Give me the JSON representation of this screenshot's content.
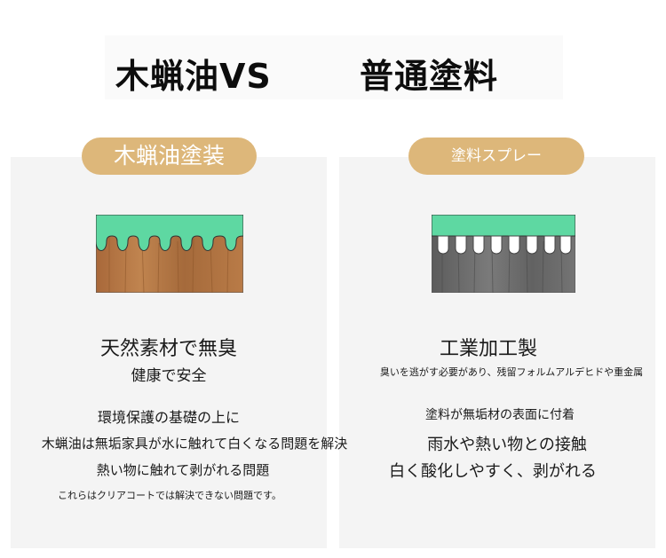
{
  "header": {
    "left_title": "木蝋油VS",
    "right_title": "普通塗料"
  },
  "left": {
    "badge": "木蝋油塗装",
    "heading": "天然素材で無臭",
    "subheading": "健康で安全",
    "line1": "環境保護の基礎の上に",
    "line2": "木蝋油は無垢家具が水に触れて白くなる問題を解決",
    "line3": "熱い物に触れて剥がれる問題",
    "line4": "これらはクリアコートでは解決できない問題です。"
  },
  "right": {
    "badge": "塗料スプレー",
    "heading": "工業加工製",
    "subheading": "臭いを逃がす必要があり、残留フォルムアルデヒドや重金属",
    "line1": "塗料が無垢材の表面に付着",
    "line2": "雨水や熱い物との接触",
    "line3": "白く酸化しやすく、剥がれる"
  },
  "colors": {
    "badge": "#ddb77a",
    "coating": "#5ed8a2",
    "wood_natural": "#b07440",
    "wood_grey": "#6e6e6e",
    "panel": "#f4f4f4"
  }
}
